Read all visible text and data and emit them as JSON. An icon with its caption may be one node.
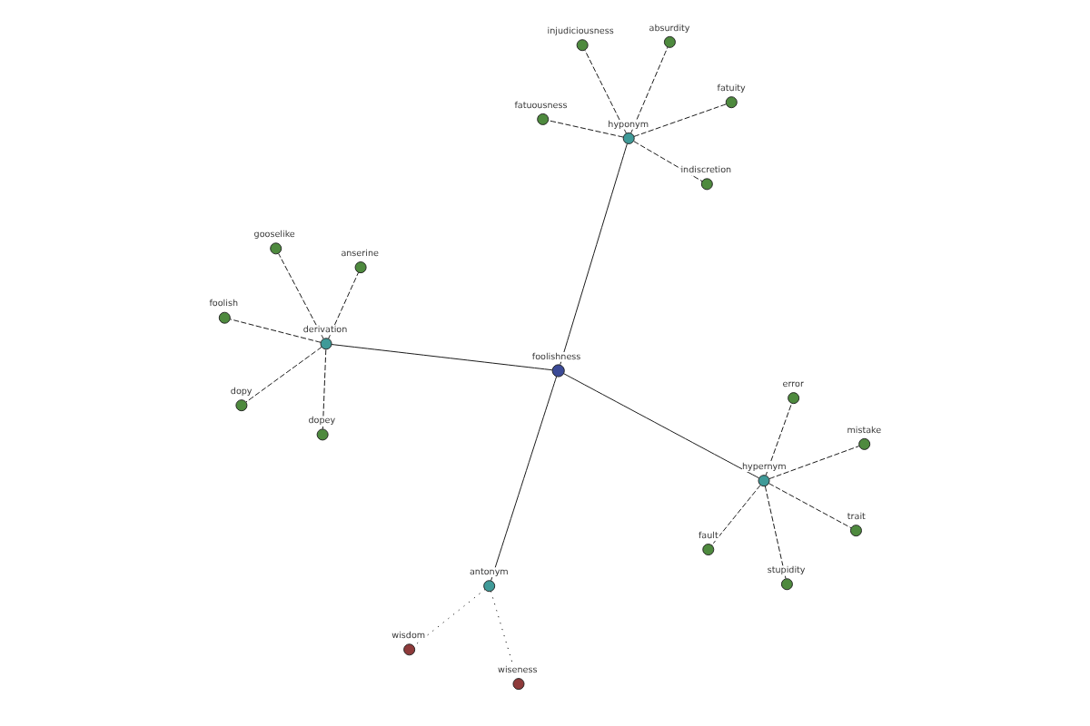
{
  "diagram": {
    "nodes": [
      {
        "text": [
          "fatuousness"
        ]
      },
      {
        "text": [
          "fatuity"
        ]
      },
      {
        "text": [
          "indiscretion"
        ]
      },
      {
        "text": [
          "absurdity"
        ]
      },
      {
        "text": [
          "hyponym"
        ]
      },
      {
        "text": [
          "injudiciousness"
        ]
      },
      {
        "text": [
          "fault"
        ]
      },
      {
        "text": [
          "trait"
        ]
      },
      {
        "text": [
          "hypernym"
        ]
      },
      {
        "text": [
          "stupidity"
        ]
      },
      {
        "text": [
          "foolishness"
        ]
      },
      {
        "text": [
          "antonym"
        ]
      },
      {
        "text": [
          "wiseness"
        ]
      },
      {
        "text": [
          "mistake"
        ]
      },
      {
        "text": [
          "error"
        ]
      },
      {
        "text": [
          "wisdom"
        ]
      },
      {
        "text": [
          "derivation"
        ]
      },
      {
        "text": [
          "foolish"
        ]
      },
      {
        "text": [
          "dopy"
        ]
      },
      {
        "text": [
          "gooselike"
        ]
      },
      {
        "text": [
          "anserine"
        ]
      },
      {
        "text": [
          "dopey"
        ]
      }
    ],
    "edges": [
      {
        "from": 10,
        "to": 8,
        "arrow": "none"
      },
      {
        "from": 10,
        "to": 4,
        "arrow": "none"
      },
      {
        "from": 10,
        "to": 11,
        "arrow": "none"
      },
      {
        "from": 10,
        "to": 16,
        "arrow": "none"
      },
      {
        "from": 4,
        "to": 0,
        "arrow": "none",
        "style": "dashed"
      },
      {
        "from": 4,
        "to": 1,
        "arrow": "none",
        "style": "dashed"
      },
      {
        "from": 4,
        "to": 2,
        "arrow": "none",
        "style": "dashed"
      },
      {
        "from": 4,
        "to": 3,
        "arrow": "none",
        "style": "dashed"
      },
      {
        "from": 4,
        "to": 5,
        "arrow": "none",
        "style": "dashed"
      },
      {
        "from": 8,
        "to": 6,
        "arrow": "none",
        "style": "dashed"
      },
      {
        "from": 8,
        "to": 7,
        "arrow": "none",
        "style": "dashed"
      },
      {
        "from": 8,
        "to": 9,
        "arrow": "none",
        "style": "dashed"
      },
      {
        "from": 8,
        "to": 13,
        "arrow": "none",
        "style": "dashed"
      },
      {
        "from": 8,
        "to": 14,
        "arrow": "none",
        "style": "dashed"
      },
      {
        "from": 11,
        "to": 12,
        "arrow": "none",
        "style": "dashed"
      },
      {
        "from": 11,
        "to": 15,
        "arrow": "none",
        "style": "dashed"
      },
      {
        "from": 16,
        "to": 17,
        "arrow": "none",
        "style": "dashed"
      },
      {
        "from": 16,
        "to": 18,
        "arrow": "none",
        "style": "dashed"
      },
      {
        "from": 16,
        "to": 19,
        "arrow": "none",
        "style": "dashed"
      },
      {
        "from": 16,
        "to": 20,
        "arrow": "none",
        "style": "dashed"
      },
      {
        "from": 16,
        "to": 21,
        "arrow": "none",
        "style": "dashed"
      }
    ]
  }
}
